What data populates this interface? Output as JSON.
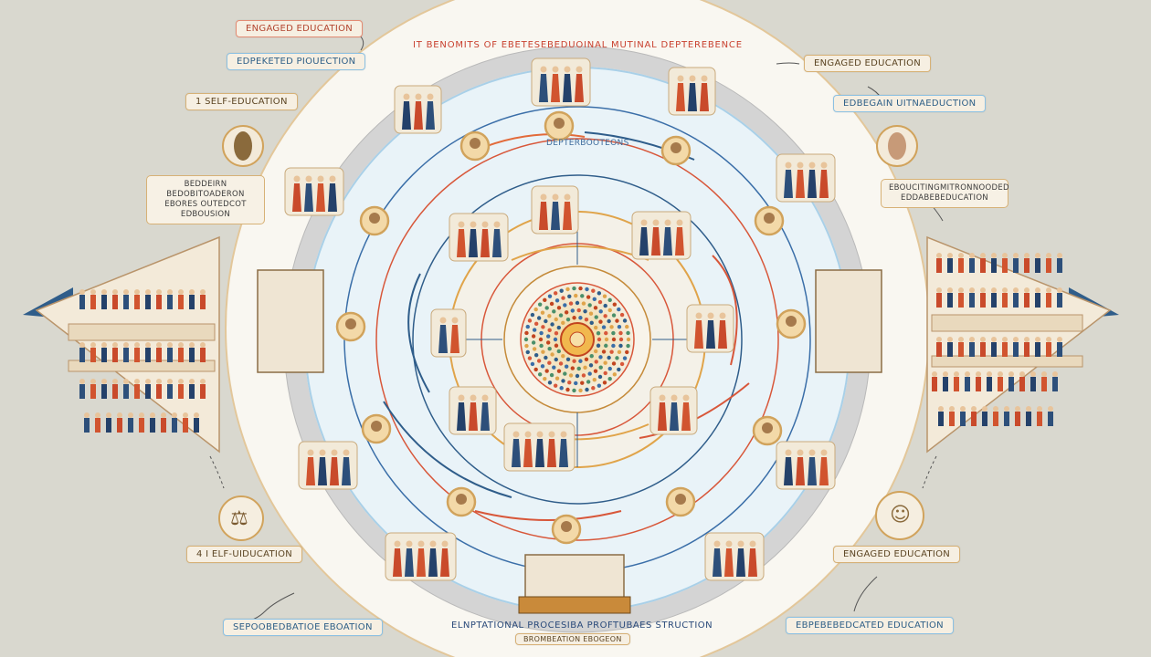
{
  "diagram": {
    "title": "IT BENOMITS OF EBETESEBEDUOINAL MUTINAL DEPTEREBENCE",
    "bottom_title": "ELNPTATIONAL PROCESIBA PROFTUBAES STRUCTION",
    "bottom_subtitle": "BROMBEATION EBOGEON",
    "inner_ring_label": "DEPTERBOOTEONS",
    "left": {
      "engaged": "ENGAGED EDUCATION",
      "experienced": "EDPEKETED PIOUECTION",
      "self_education": "1 SELF-EDUCATION",
      "definition": "BEDDEIRN BEDOBITOADERON EBORES OUTEDCOT EDBOUSION",
      "self_education_2": "4 I ELF-UIDUCATION",
      "footer": "SEPOOBEDBATIOE EBOATION"
    },
    "right": {
      "engaged": "ENGAGED EDUCATION",
      "experienced": "EDBEGAIN UITNAEDUCTION",
      "definition": "EBOUCITINGMITRONNOODED EDDABEBEDUCATION",
      "engaged_2": "ENGAGED EDUCATION",
      "footer": "EBPEBEBEDCATED EDUCATION"
    },
    "icons": {
      "hand": "hand-icon",
      "scroll": "scroll-icon",
      "scales": "scales-icon",
      "cherub": "cherub-icon"
    },
    "colors": {
      "background": "#d9d8cf",
      "disc": "#f9f7f1",
      "accent_red": "#d8573a",
      "accent_blue": "#2f5d8a",
      "gold": "#d1a35c"
    }
  }
}
